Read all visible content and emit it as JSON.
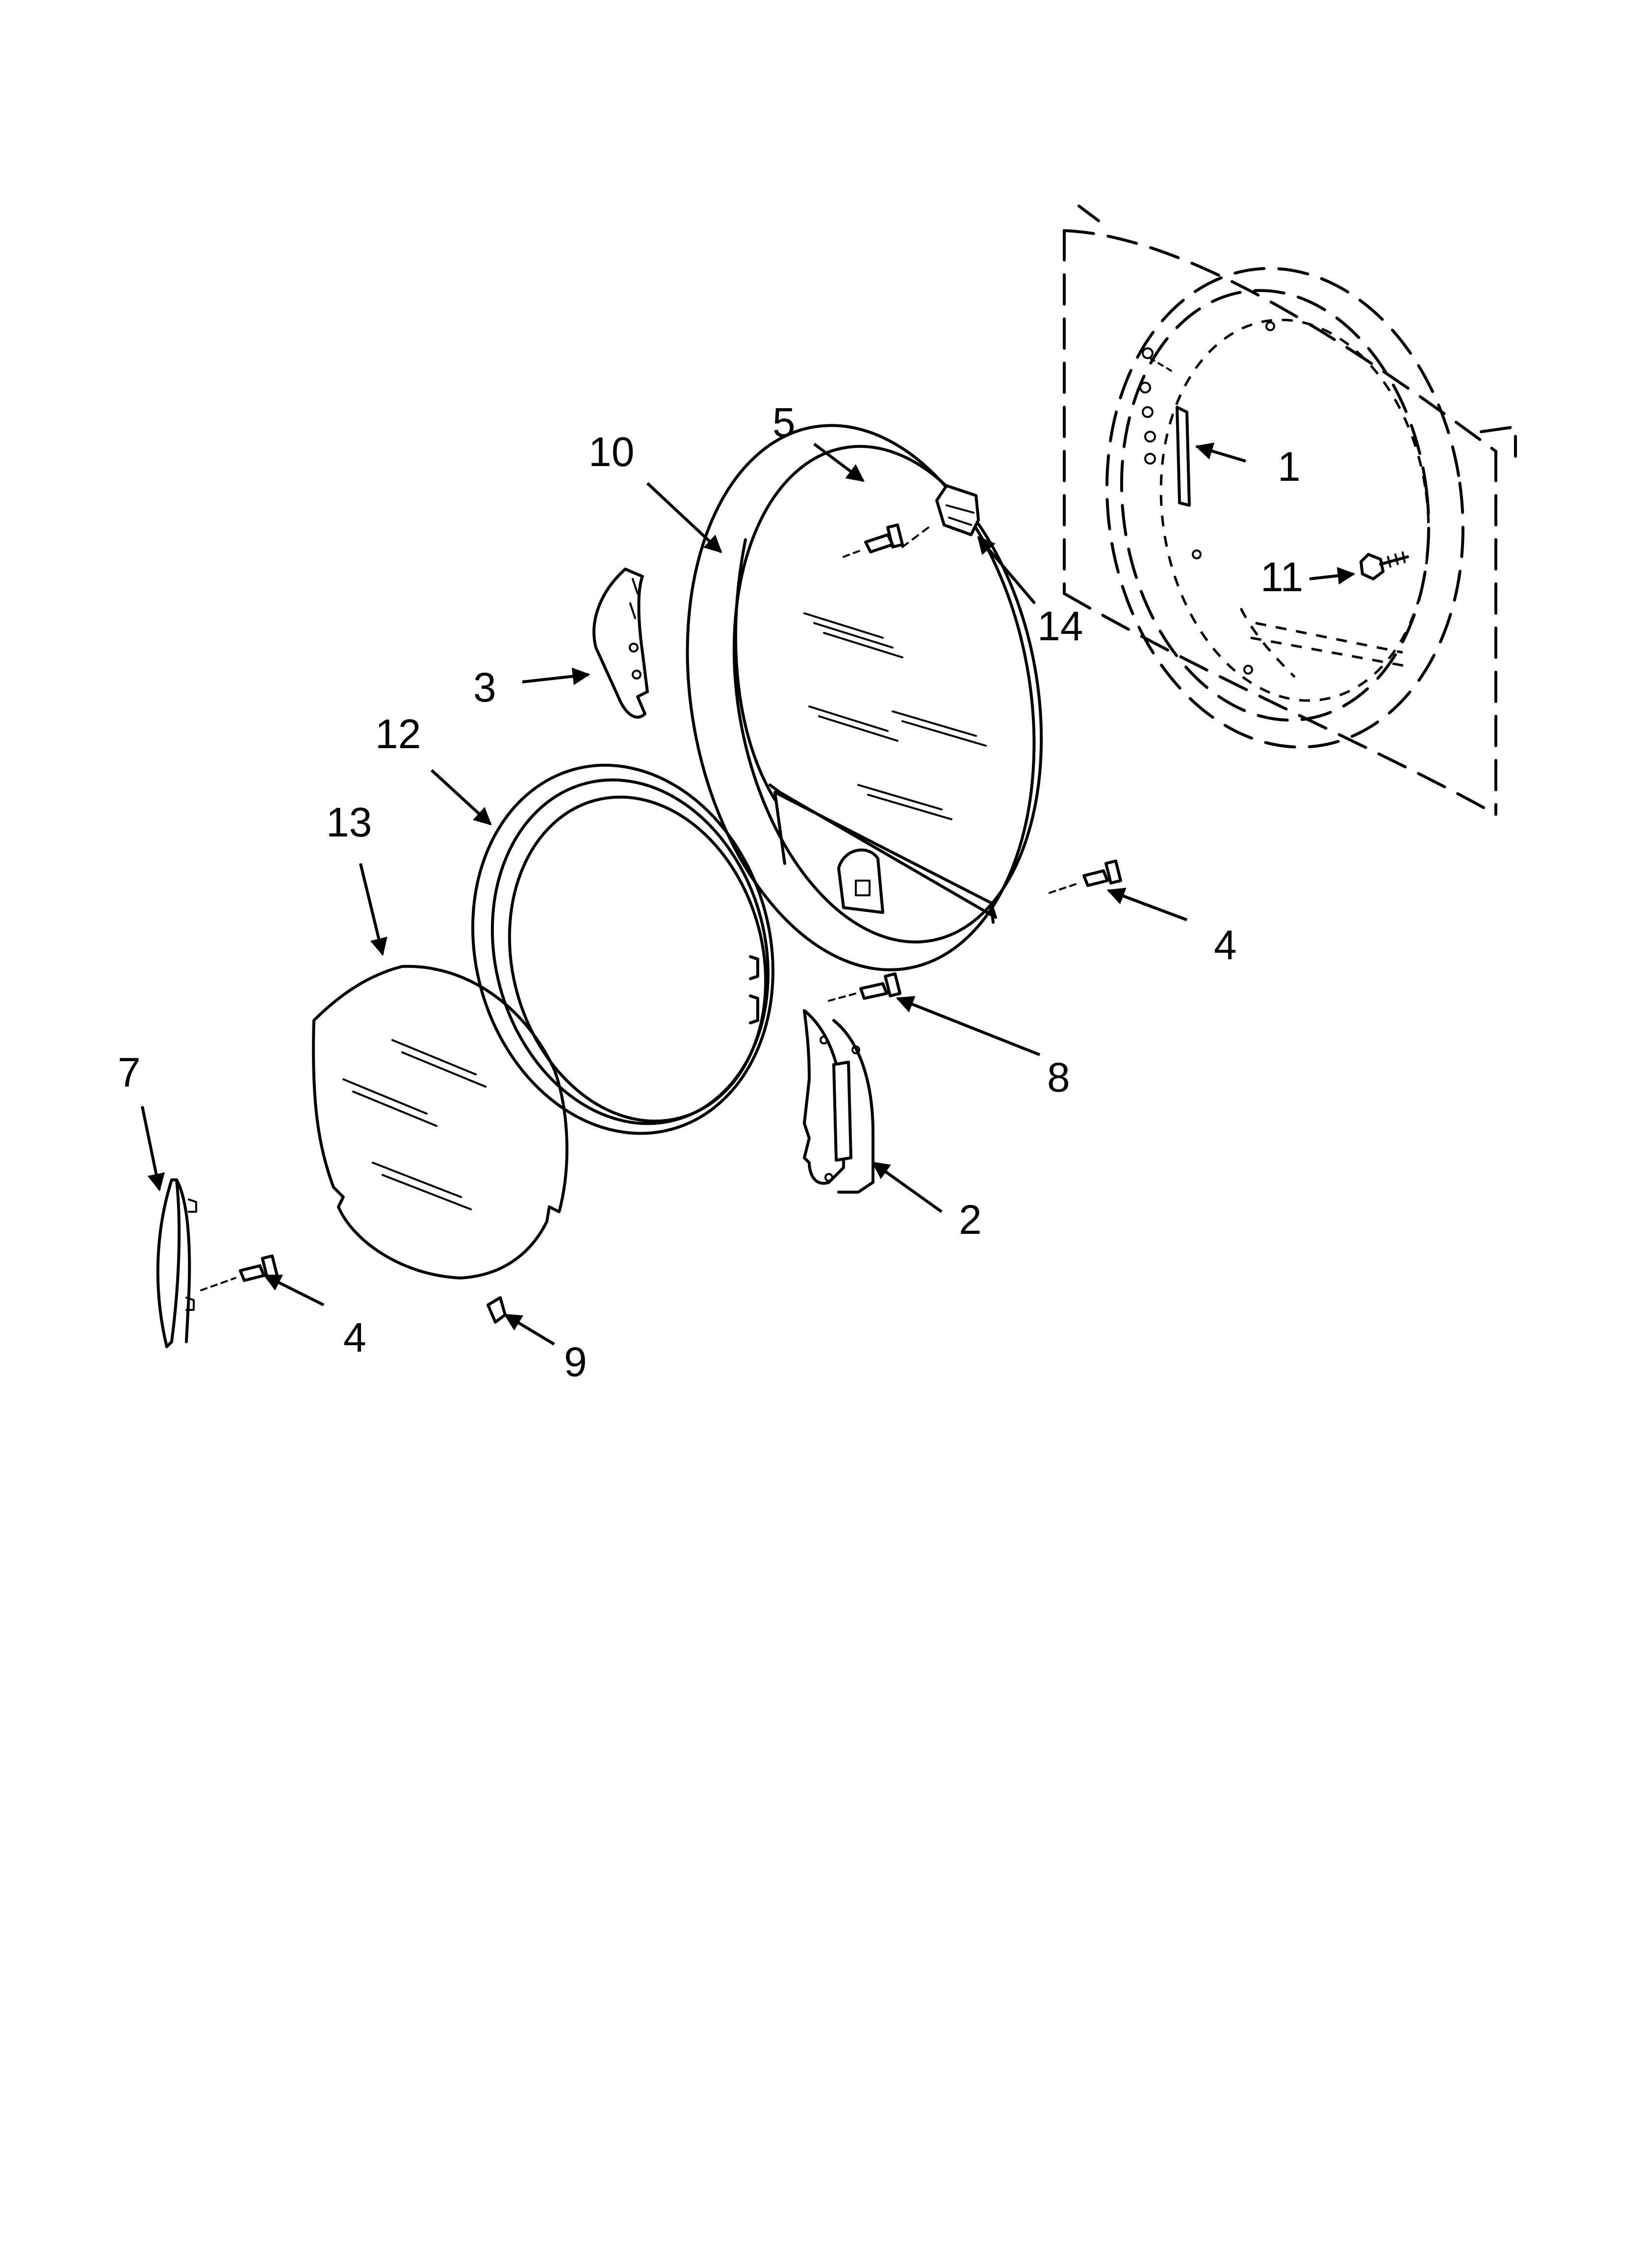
{
  "callouts": {
    "c1": "1",
    "c2": "2",
    "c3": "3",
    "c4a": "4",
    "c4b": "4",
    "c5": "5",
    "c7": "7",
    "c8": "8",
    "c9": "9",
    "c10": "10",
    "c11": "11",
    "c12": "12",
    "c13": "13",
    "c14": "14"
  }
}
